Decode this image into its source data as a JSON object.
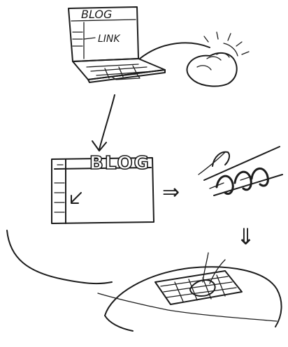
{
  "laptop_screen": {
    "title": "BLOG",
    "link_label": "LINK"
  },
  "zoomed_screen": {
    "title": "BLOG"
  },
  "arrows": {
    "right_arrow": "⇒",
    "down_arrow": "⇓"
  },
  "colors": {
    "ink": "#1c1c1c",
    "paper": "#ffffff"
  }
}
